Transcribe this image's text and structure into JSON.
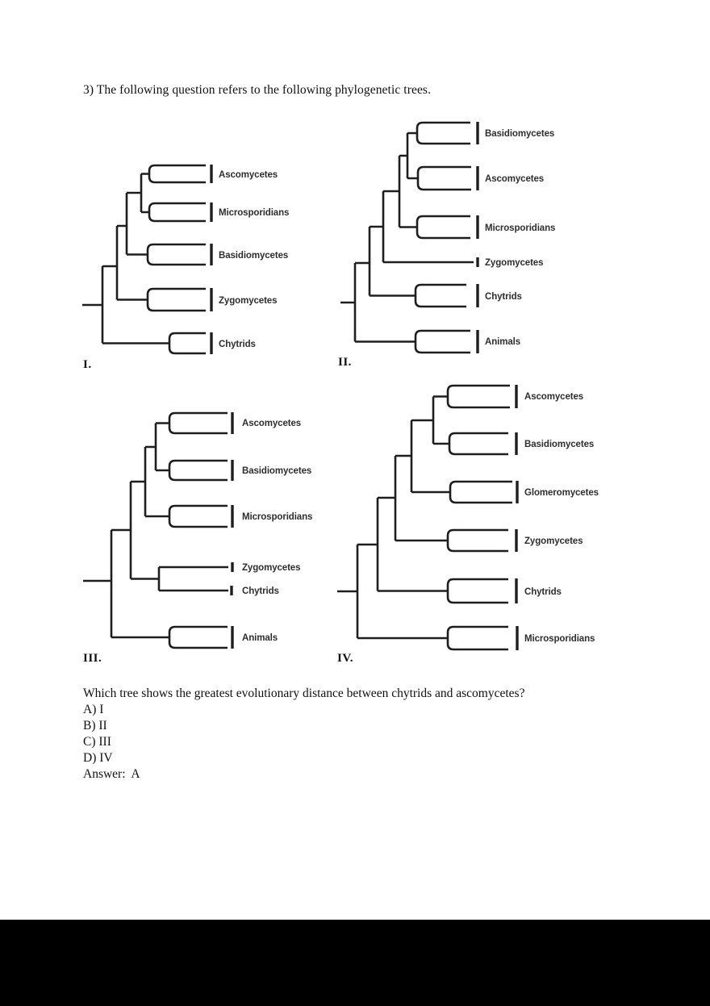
{
  "page": {
    "title": "3) The following question refers to the following phylogenetic trees.",
    "question": "Which tree shows the greatest evolutionary distance between chytrids and ascomycetes?",
    "options": [
      "A) I",
      "B) II",
      "C) III",
      "D) IV"
    ],
    "answer": "Answer:  A"
  },
  "colors": {
    "tree_line": "#1e1e1e",
    "taxon_label": "#2e2e2e",
    "page_background": "#ffffff",
    "bottom_band": "#000000"
  },
  "trees": [
    {
      "id": "I.",
      "taxa": [
        "Ascomycetes",
        "Microsporidians",
        "Basidiomycetes",
        "Zygomycetes",
        "Chytrids"
      ],
      "topology": "((((Ascomycetes,Microsporidians),Basidiomycetes),Zygomycetes),Chytrids)"
    },
    {
      "id": "II.",
      "taxa": [
        "Basidiomycetes",
        "Ascomycetes",
        "Microsporidians",
        "Zygomycetes",
        "Chytrids",
        "Animals"
      ],
      "topology": "(((((Basidiomycetes,Ascomycetes),Microsporidians),Zygomycetes),Chytrids),Animals)"
    },
    {
      "id": "III.",
      "taxa": [
        "Ascomycetes",
        "Basidiomycetes",
        "Microsporidians",
        "Zygomycetes",
        "Chytrids",
        "Animals"
      ],
      "topology": "((((Ascomycetes,Basidiomycetes),Microsporidians),(Zygomycetes,Chytrids)),Animals)"
    },
    {
      "id": "IV.",
      "taxa": [
        "Ascomycetes",
        "Basidiomycetes",
        "Glomeromycetes",
        "Zygomycetes",
        "Chytrids",
        "Microsporidians"
      ],
      "topology": "(((((Ascomycetes,Basidiomycetes),Glomeromycetes),Zygomycetes),Chytrids),Microsporidians)"
    }
  ]
}
